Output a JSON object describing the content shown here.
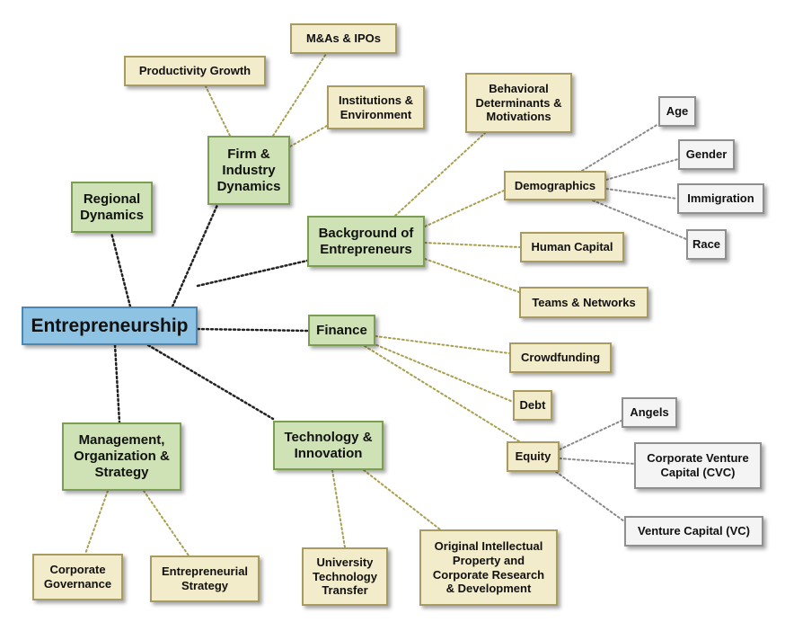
{
  "nodes": {
    "entrepreneurship": "Entrepreneurship",
    "regional": "Regional\nDynamics",
    "firm": "Firm &\nIndustry\nDynamics",
    "productivity": "Productivity Growth",
    "mas": "M&As & IPOs",
    "institutions": "Institutions &\nEnvironment",
    "background": "Background of\nEntrepreneurs",
    "behavioral": "Behavioral\nDeterminants &\nMotivations",
    "demographics": "Demographics",
    "age": "Age",
    "gender": "Gender",
    "immigration": "Immigration",
    "race": "Race",
    "human_capital": "Human Capital",
    "teams": "Teams & Networks",
    "finance": "Finance",
    "crowdfunding": "Crowdfunding",
    "debt": "Debt",
    "equity": "Equity",
    "angels": "Angels",
    "cvc": "Corporate Venture\nCapital (CVC)",
    "vc": "Venture Capital (VC)",
    "technology": "Technology &\nInnovation",
    "university": "University\nTechnology\nTransfer",
    "ip": "Original Intellectual\nProperty and\nCorporate Research\n& Development",
    "management": "Management,\nOrganization &\nStrategy",
    "governance": "Corporate\nGovernance",
    "ent_strategy": "Entrepreneurial\nStrategy"
  },
  "colors": {
    "root_link": "#222222",
    "green_link": "#a8a050",
    "grey_link": "#8a8a8a"
  }
}
